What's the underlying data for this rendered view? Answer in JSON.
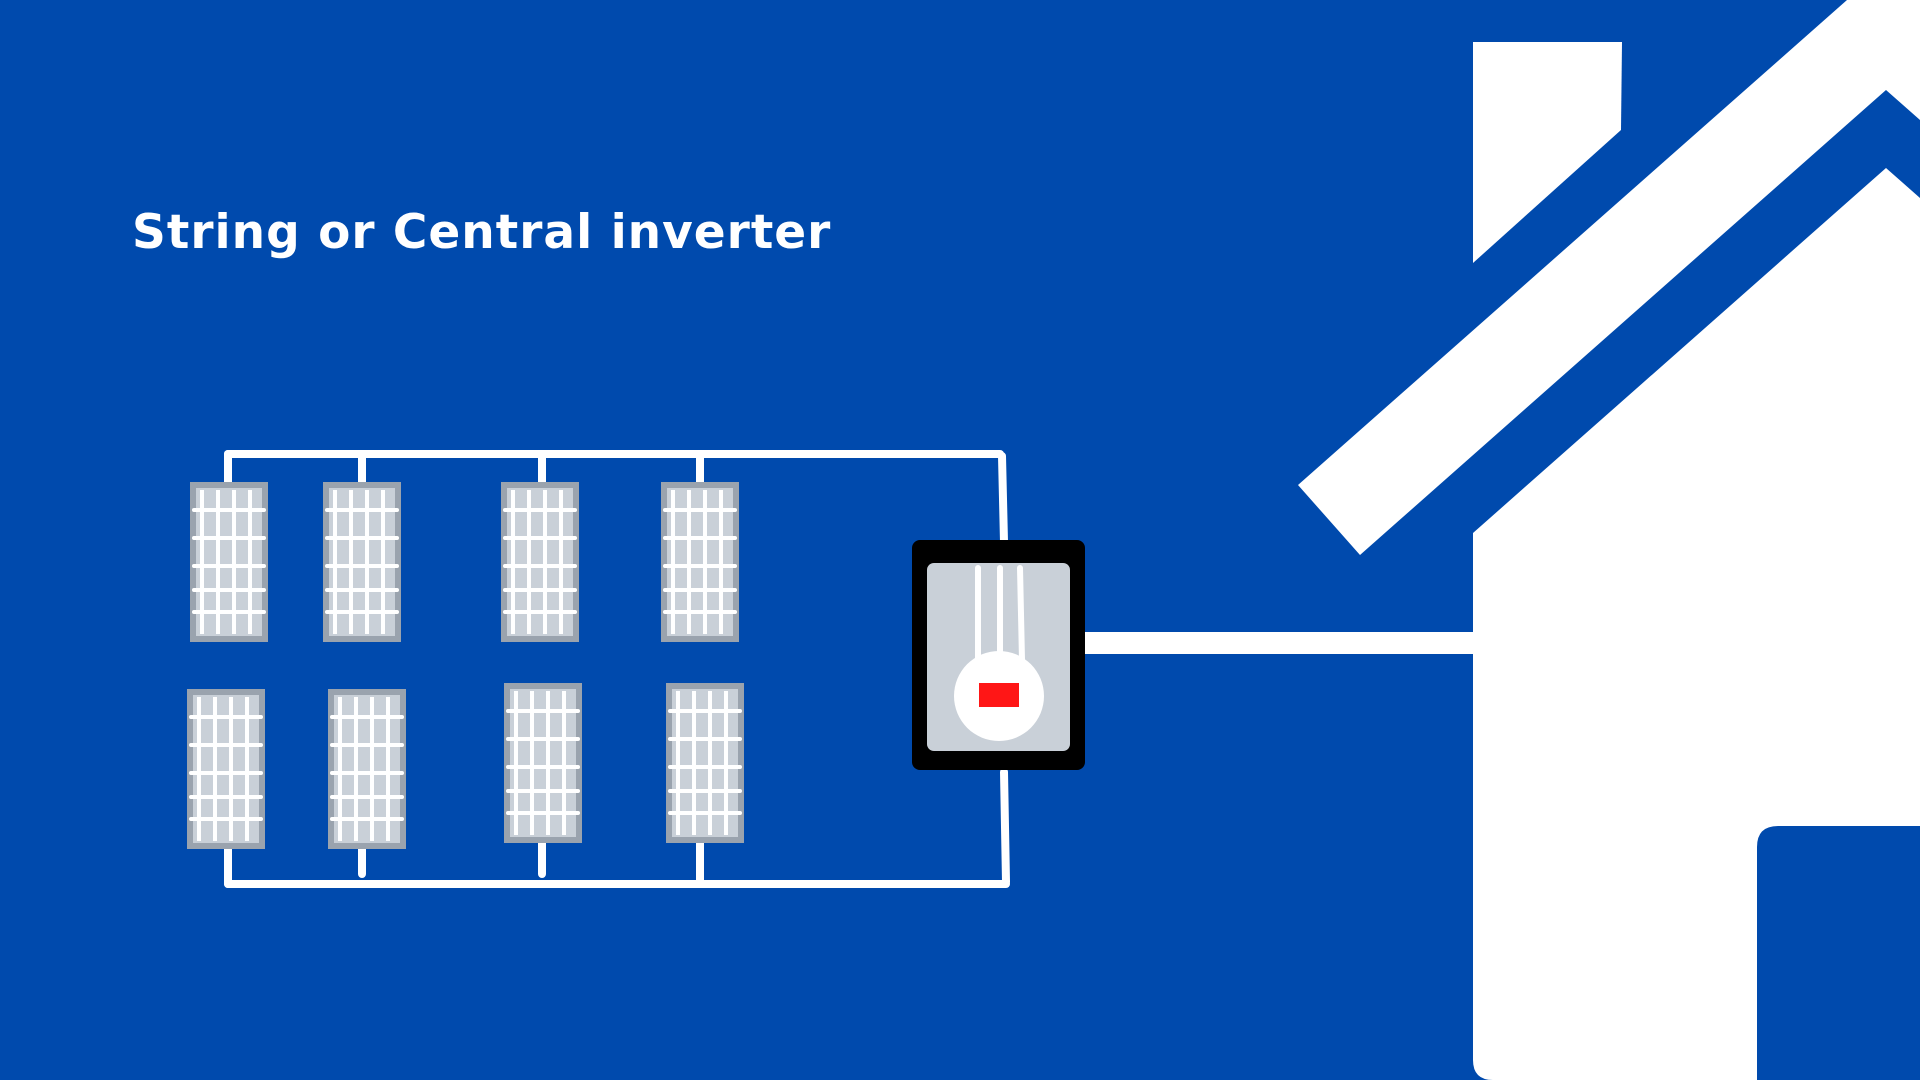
{
  "slide": {
    "title": "String or Central inverter"
  },
  "colors": {
    "background": "#004aad",
    "wire": "#ffffff",
    "panel_frame": "#9aa3ae",
    "panel_fill": "#c9d0d8",
    "panel_grid": "#ffffff",
    "inverter_body": "#000000",
    "inverter_face": "#c9d0d8",
    "inverter_indicator": "#ff1616",
    "house": "#ffffff"
  },
  "diagram": {
    "panel_rows": 2,
    "panels_per_row": 4,
    "panel_count": 8,
    "icons": [
      "solar-panel-icon",
      "inverter-icon",
      "house-icon"
    ]
  }
}
